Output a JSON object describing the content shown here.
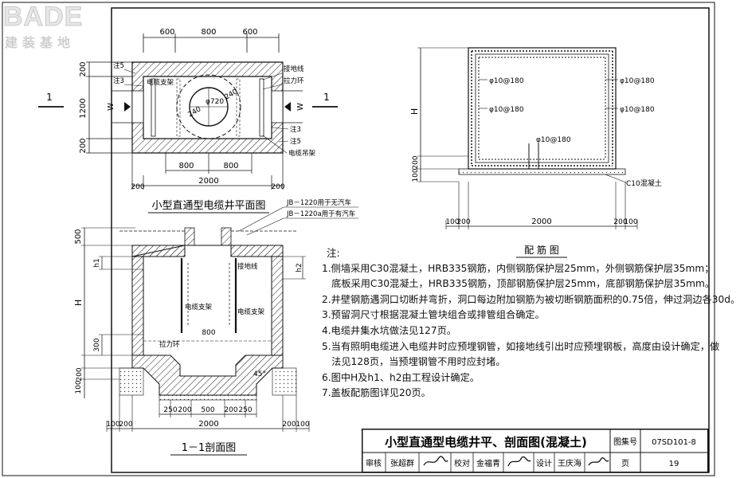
{
  "logo": {
    "brand": "BADE",
    "subtitle": "建装基地"
  },
  "plan": {
    "title": "小型直通型电缆井平面图",
    "dims_top": [
      "600",
      "800",
      "600"
    ],
    "dims_left": [
      "200",
      "1200",
      "200"
    ],
    "dims_bottom_inner": [
      "800",
      "800"
    ],
    "dim_total": "2000",
    "dims_bottom_outer": [
      "200",
      "200"
    ],
    "labels": {
      "note5a": "注5",
      "note3a": "注3",
      "cable_bracket": "电缆支架",
      "grounding": "接地线",
      "pull_ring": "拉力环",
      "note3b": "注3",
      "note5b": "注5",
      "cable_hanger": "电缆吊架",
      "w_left": "W",
      "w_right": "W",
      "cut_left": "1",
      "cut_right": "1",
      "dia": "φ720",
      "r1": "240",
      "r2": "240"
    }
  },
  "section": {
    "title": "1－1剖面图",
    "cover_note1": "JB－1220用于无汽车",
    "cover_note2": "JB－1220a用于有汽车",
    "labels": {
      "d500": "500",
      "h1": "h1",
      "h2": "h2",
      "H": "H",
      "grounding": "接地线",
      "bracket_l": "电缆支架",
      "bracket_r": "电缆支架",
      "d800": "800",
      "d300": "300",
      "pull_ring": "拉力环",
      "d100": "100",
      "d200": "200",
      "angle": "45°"
    },
    "dims_bottom": [
      "250",
      "200",
      "500",
      "200",
      "250"
    ],
    "dims_outer": [
      "100",
      "200",
      "200",
      "100"
    ],
    "dim_total": "2000"
  },
  "rebar": {
    "title": "配 筋 图",
    "bar_spec": "φ10@180",
    "concrete": "C10混凝土",
    "labels": {
      "H": "H",
      "d200": "200",
      "d100": "100"
    },
    "dims_bottom": [
      "100",
      "200",
      "200",
      "100"
    ],
    "dim_total": "2000"
  },
  "notes": {
    "heading": "注:",
    "items": [
      "1.侧墙采用C30混凝土，HRB335钢筋，内侧钢筋保护层25mm，外侧钢筋保护层35mm；",
      "　底板采用C30混凝土，HRB335钢筋，顶部钢筋保护层25mm，底部钢筋保护层35mm。",
      "2.井壁钢筋遇洞口切断并弯折，洞口每边附加钢筋为被切断钢筋面积的0.75倍，伸过洞边各30d。",
      "3.预留洞尺寸根据混凝土管块组合或排管组合确定。",
      "4.电缆井集水坑做法见127页。",
      "5.当有照明电缆进入电缆井时应预埋钢管，如接地线引出时应预埋钢板，高度由设计确定，做",
      "　法见128页，当预埋钢管不用时应封堵。",
      "6.图中H及h1、h2由工程设计确定。",
      "7.盖板配筋图详见20页。"
    ]
  },
  "title_block": {
    "drawing_title": "小型直通型电缆井平、剖面图(混凝土)",
    "atlas_label": "图集号",
    "atlas_no": "07SD101-8",
    "review_label": "审核",
    "reviewer": "张超群",
    "check_label": "校对",
    "checker": "金福青",
    "design_label": "设计",
    "designer": "王庆海",
    "page_label": "页",
    "page_no": "19"
  }
}
